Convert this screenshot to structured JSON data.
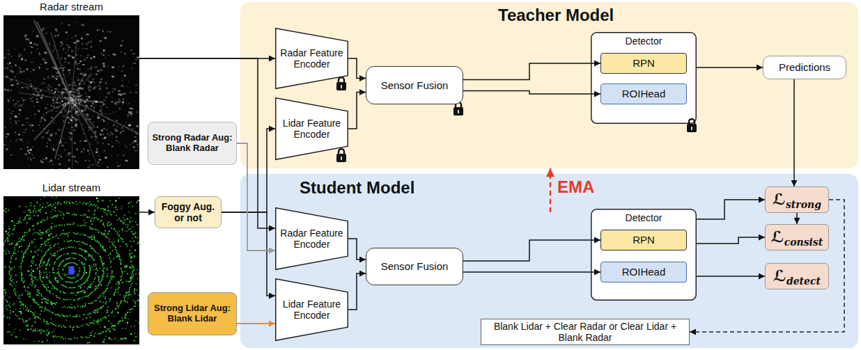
{
  "diagram": {
    "nodes": [
      {
        "text": [
          "Radar stream"
        ]
      },
      {
        "text": [
          "Lidar stream"
        ]
      },
      {
        "text": [
          "Teacher Model"
        ]
      },
      {
        "text": [
          "Radar Feature Encoder"
        ],
        "in": 2
      },
      {
        "text": [
          "Lidar Feature Encoder"
        ],
        "in": 2
      },
      {
        "text": [
          "Sensor Fusion"
        ],
        "in": 2
      },
      {
        "text": [
          "Detector"
        ],
        "in": 2
      },
      {
        "text": [
          "RPN"
        ],
        "in": 6
      },
      {
        "text": [
          "ROIHead"
        ],
        "in": 6
      },
      {
        "text": [
          "Predictions"
        ],
        "in": 2
      },
      {
        "text": [
          "Strong Radar Aug: Blank Radar"
        ]
      },
      {
        "text": [
          "Foggy Aug. or not"
        ]
      },
      {
        "text": [
          "Strong Lidar Aug: Blank Lidar"
        ]
      },
      {
        "text": [
          "Student Model"
        ]
      },
      {
        "text": [
          "Radar Feature Encoder"
        ],
        "in": 13
      },
      {
        "text": [
          "Lidar Feature Encoder"
        ],
        "in": 13
      },
      {
        "text": [
          "Sensor Fusion"
        ],
        "in": 13
      },
      {
        "text": [
          "Detector"
        ],
        "in": 13
      },
      {
        "text": [
          "RPN"
        ],
        "in": 17
      },
      {
        "text": [
          "ROIHead"
        ],
        "in": 17
      },
      {
        "text": [
          "ℒ",
          "strong"
        ],
        "in": 13
      },
      {
        "text": [
          "ℒ",
          "consist"
        ],
        "in": 13
      },
      {
        "text": [
          "ℒ",
          "detect"
        ],
        "in": 13
      },
      {
        "text": [
          "Blank Lidar + Clear Radar or Clear Lidar + Blank Radar"
        ],
        "in": 13
      }
    ],
    "edges": [
      {
        "from": 0,
        "to": 3,
        "arrow": "to"
      },
      {
        "from": 0,
        "to": 14,
        "arrow": "to"
      },
      {
        "from": 1,
        "to": 11,
        "arrow": "to"
      },
      {
        "from": 11,
        "to": 4,
        "arrow": "to"
      },
      {
        "from": 11,
        "to": 15,
        "arrow": "to"
      },
      {
        "from": 10,
        "to": 14,
        "arrow": "to"
      },
      {
        "from": 12,
        "to": 15,
        "arrow": "to"
      },
      {
        "from": 3,
        "to": 5,
        "arrow": "to"
      },
      {
        "from": 4,
        "to": 5,
        "arrow": "to"
      },
      {
        "from": 5,
        "to": 7,
        "arrow": "to"
      },
      {
        "from": 5,
        "to": 8,
        "arrow": "to"
      },
      {
        "from": 6,
        "to": 9,
        "arrow": "to"
      },
      {
        "from": 9,
        "to": 20,
        "arrow": "to"
      },
      {
        "from": 20,
        "to": 21,
        "arrow": "to"
      },
      {
        "from": 14,
        "to": 16,
        "arrow": "to"
      },
      {
        "from": 15,
        "to": 16,
        "arrow": "to"
      },
      {
        "from": 16,
        "to": 18,
        "arrow": "to"
      },
      {
        "from": 16,
        "to": 19,
        "arrow": "to"
      },
      {
        "from": 17,
        "to": 20,
        "arrow": "to"
      },
      {
        "from": 17,
        "to": 21,
        "arrow": "to"
      },
      {
        "from": 17,
        "to": 22,
        "arrow": "to"
      },
      {
        "from": 20,
        "to": 23,
        "arrow": "to"
      },
      {
        "from": 13,
        "to": 2,
        "label": "EMA",
        "arrow": "to"
      }
    ]
  }
}
